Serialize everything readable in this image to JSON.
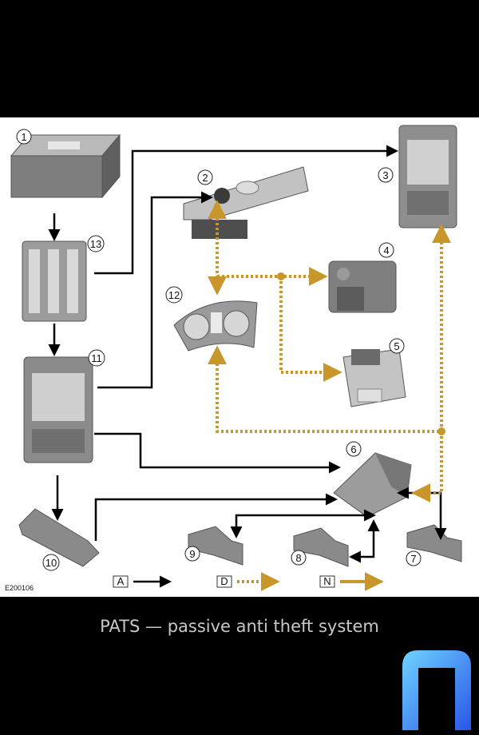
{
  "diagram": {
    "doc_code": "E200106",
    "components": [
      "1",
      "2",
      "3",
      "4",
      "5",
      "6",
      "7",
      "8",
      "9",
      "10",
      "11",
      "12",
      "13"
    ],
    "legend": {
      "key_a": "A",
      "key_d": "D",
      "key_n": "N"
    },
    "colors": {
      "hardwired": "#000000",
      "data_bus": "#c8962a",
      "part_gray": "#8d8d8d"
    }
  },
  "caption": "PATS — passive anti theft system",
  "watermark": {
    "icon": "n-logo-icon"
  }
}
